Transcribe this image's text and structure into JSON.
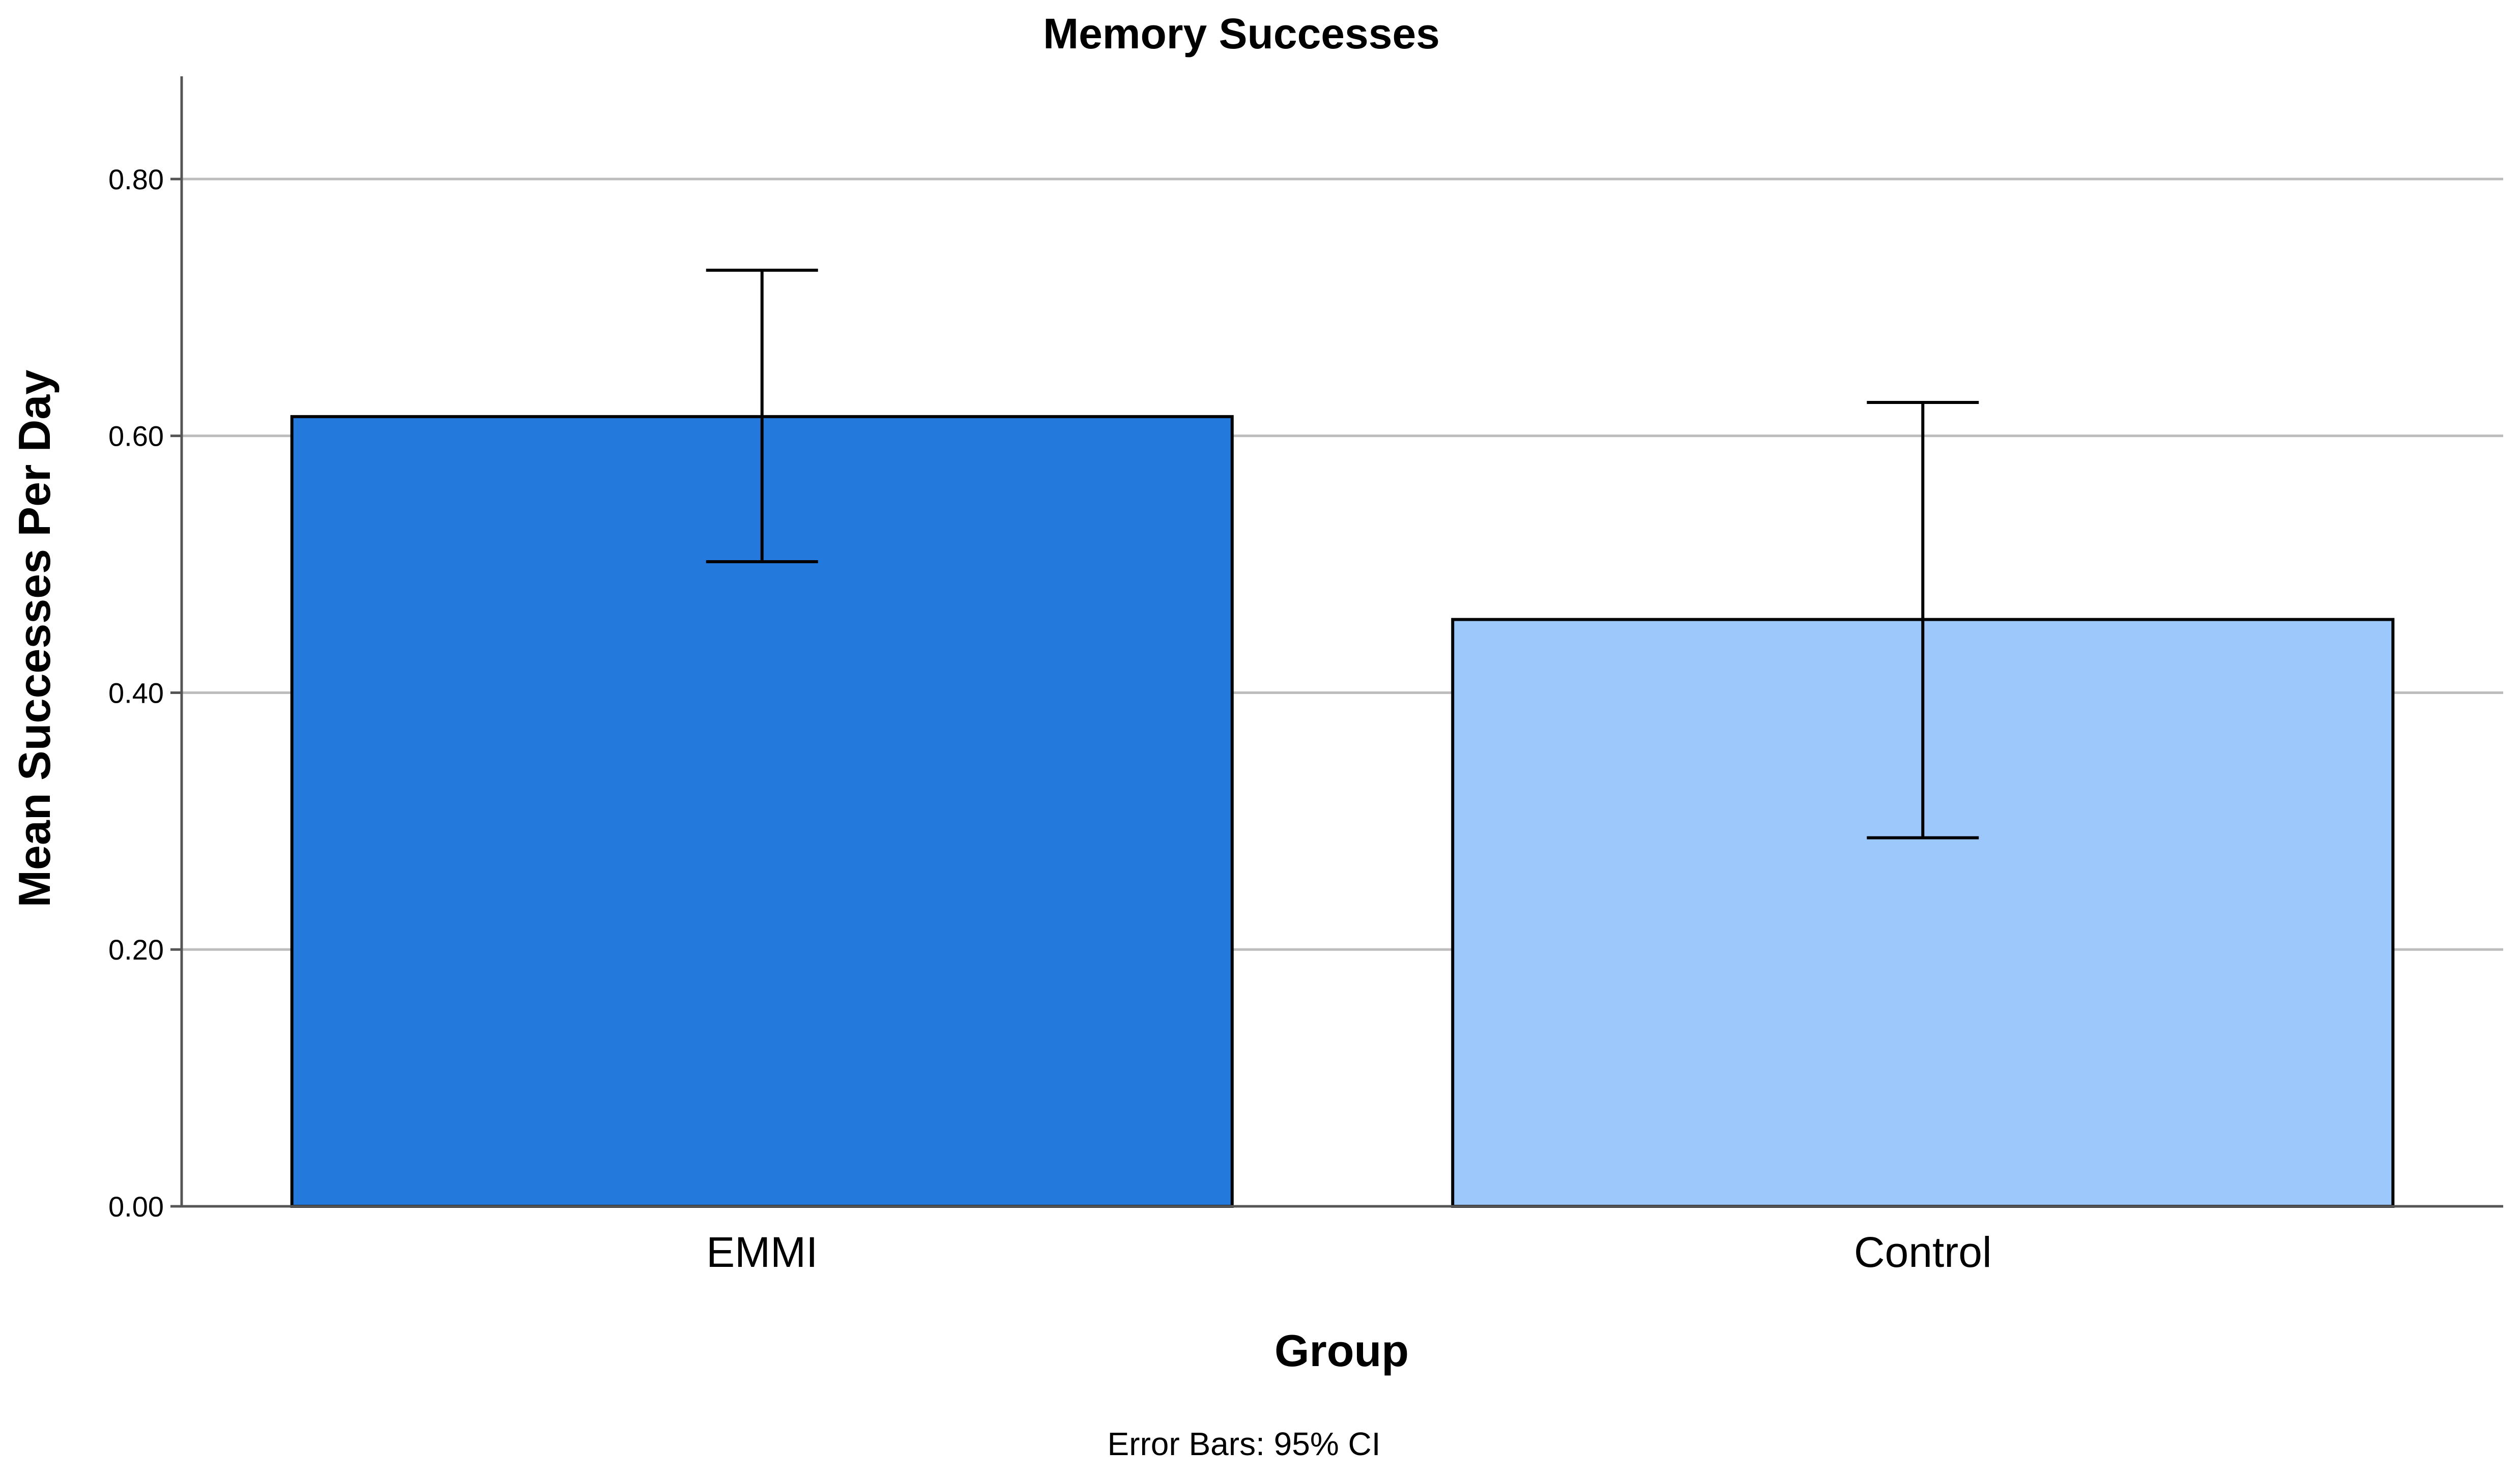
{
  "chart_data": {
    "type": "bar",
    "title": "Memory Successes",
    "xlabel": "Group",
    "ylabel": "Mean Successes Per Day",
    "footnote": "Error Bars: 95% CI",
    "categories": [
      "EMMI",
      "Control"
    ],
    "values": [
      0.615,
      0.457
    ],
    "error_low": [
      0.502,
      0.287
    ],
    "error_high": [
      0.729,
      0.626
    ],
    "colors": [
      "#2479dd",
      "#9dc8fb"
    ],
    "ylim": [
      0,
      0.88
    ],
    "yticks": [
      0.0,
      0.2,
      0.4,
      0.6,
      0.8
    ],
    "ytick_labels": [
      "0.00",
      "0.20",
      "0.40",
      "0.60",
      "0.80"
    ],
    "grid": true
  }
}
